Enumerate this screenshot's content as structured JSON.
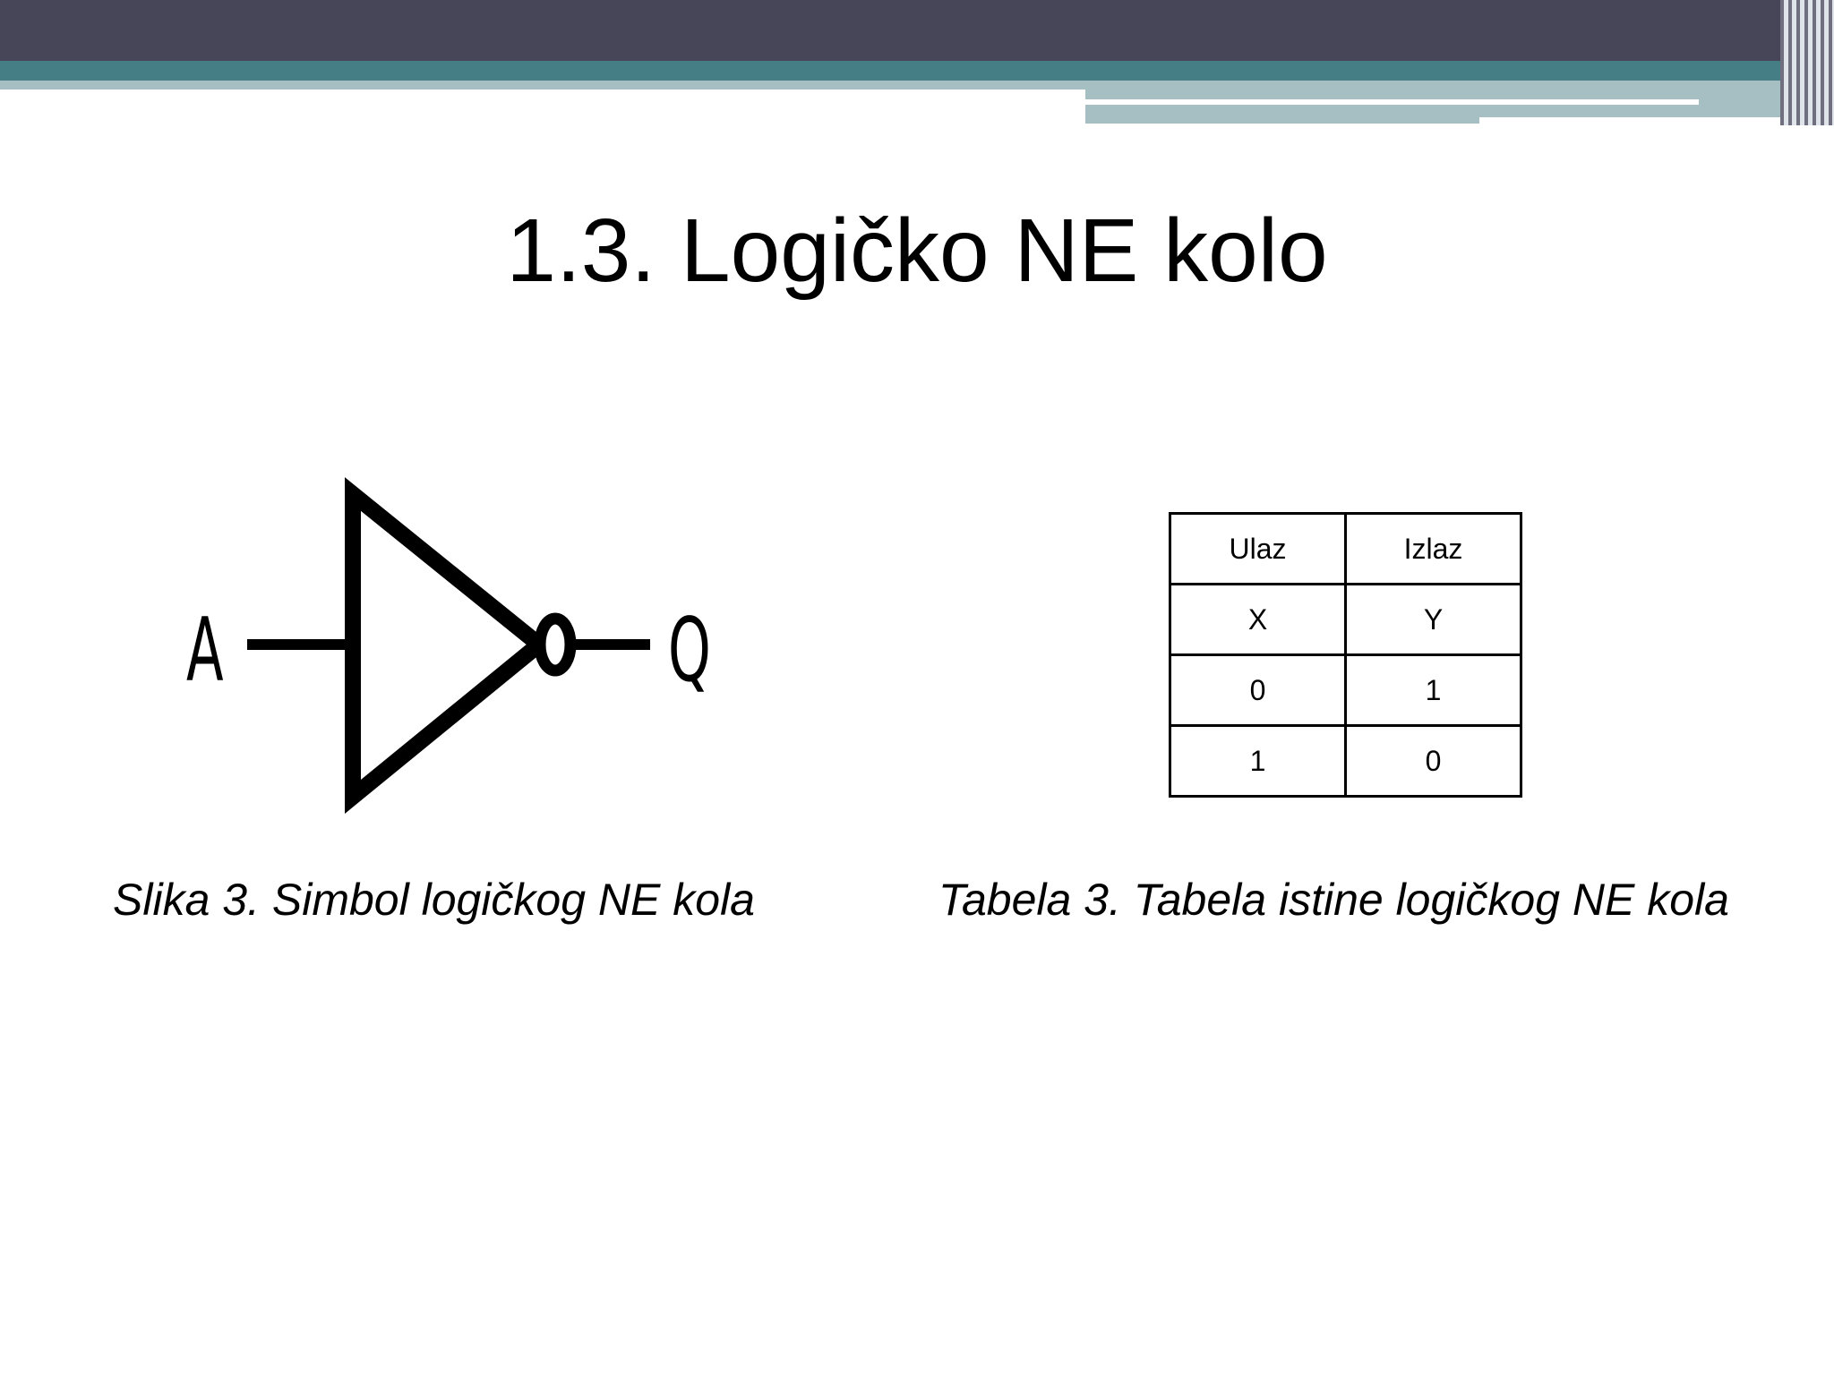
{
  "slide": {
    "title": "1.3. Logičko NE kolo"
  },
  "figure": {
    "input_label": "A",
    "output_label": "Q",
    "caption": "Slika 3. Simbol logičkog NE kola"
  },
  "truth_table": {
    "rows": [
      [
        "Ulaz",
        "Izlaz"
      ],
      [
        "X",
        "Y"
      ],
      [
        "0",
        "1"
      ],
      [
        "1",
        "0"
      ]
    ],
    "caption": "Tabela 3. Tabela istine logičkog NE kola"
  },
  "colors": {
    "header_dark": "#474558",
    "header_teal": "#467e86",
    "header_light": "#a5bfc3"
  }
}
